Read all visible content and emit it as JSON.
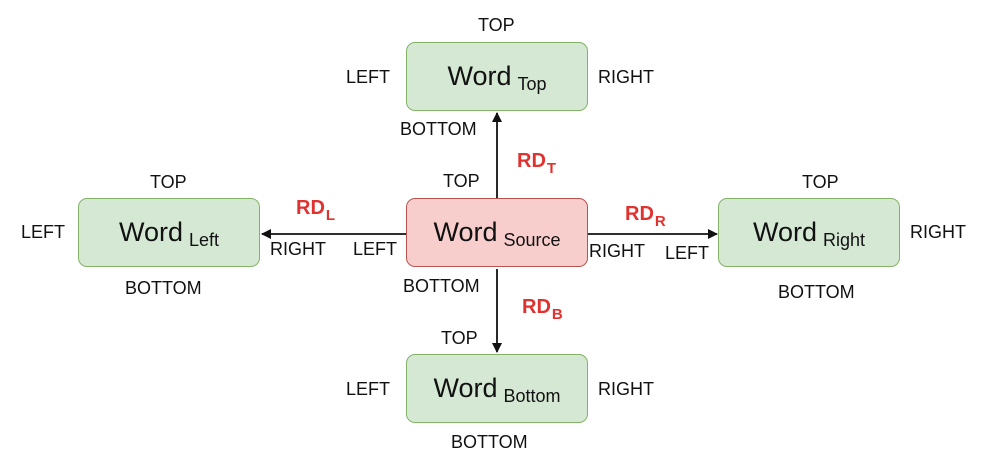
{
  "nodes": {
    "top": {
      "word": "Word",
      "sub": "Top"
    },
    "left": {
      "word": "Word",
      "sub": "Left"
    },
    "source": {
      "word": "Word",
      "sub": "Source"
    },
    "right": {
      "word": "Word",
      "sub": "Right"
    },
    "bottom": {
      "word": "Word",
      "sub": "Bottom"
    }
  },
  "side_labels": {
    "top": "TOP",
    "left": "LEFT",
    "right": "RIGHT",
    "bottom": "BOTTOM"
  },
  "relations": {
    "top": {
      "main": "RD",
      "sub": "T"
    },
    "left": {
      "main": "RD",
      "sub": "L"
    },
    "right": {
      "main": "RD",
      "sub": "R"
    },
    "bottom": {
      "main": "RD",
      "sub": "B"
    }
  },
  "colors": {
    "node_fill": "#d5e8d4",
    "node_border": "#82b366",
    "source_fill": "#f8cecc",
    "source_border": "#b85450",
    "relation_label": "#e0322f",
    "arrow": "#111111"
  }
}
